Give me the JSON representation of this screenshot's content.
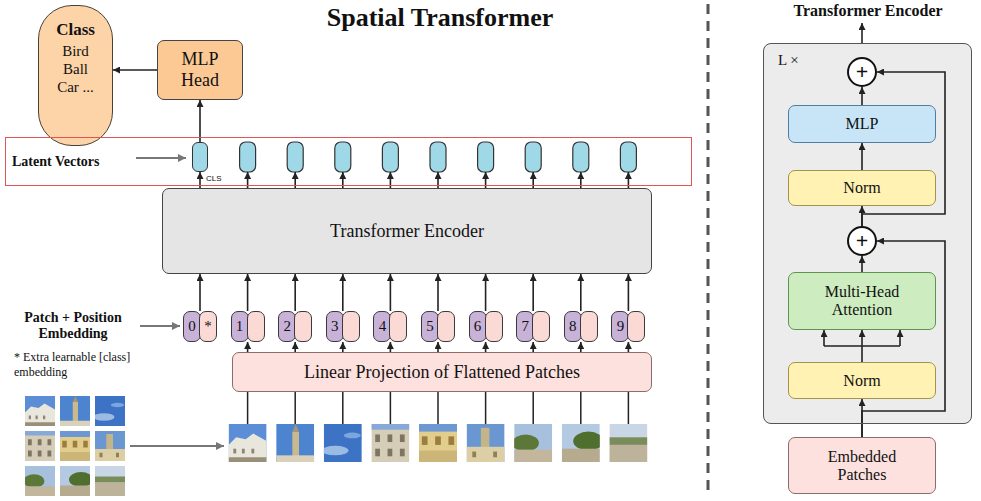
{
  "diagram": {
    "title": "Spatial Transformer",
    "nodes": [
      {
        "text": [
          "Class",
          "Bird Ball Car ..."
        ]
      },
      {
        "text": [
          "MLP Head"
        ]
      },
      {
        "text": [
          "Latent Vectors"
        ]
      },
      {
        "text": [
          "CLS"
        ],
        "in": 2
      },
      {
        "text": [
          "Transformer Encoder"
        ]
      },
      {
        "text": [
          "0",
          "*"
        ]
      },
      {
        "text": [
          "1"
        ]
      },
      {
        "text": [
          "2"
        ]
      },
      {
        "text": [
          "3"
        ]
      },
      {
        "text": [
          "4"
        ]
      },
      {
        "text": [
          "5"
        ]
      },
      {
        "text": [
          "6"
        ]
      },
      {
        "text": [
          "7"
        ]
      },
      {
        "text": [
          "8"
        ]
      },
      {
        "text": [
          "9"
        ]
      },
      {
        "text": [
          "Linear Projection of Flattened Patches"
        ]
      },
      {
        "text": [
          "L ×"
        ]
      },
      {
        "text": [
          "+"
        ],
        "in": 16
      },
      {
        "text": [
          "MLP"
        ],
        "in": 16
      },
      {
        "text": [
          "Norm"
        ],
        "in": 16
      },
      {
        "text": [
          "+"
        ],
        "in": 16
      },
      {
        "text": [
          "Multi-Head Attention"
        ],
        "in": 16
      },
      {
        "text": [
          "Norm"
        ],
        "in": 16
      },
      {
        "text": [
          "Embedded Patches"
        ]
      }
    ],
    "edges": [
      {
        "from": 1,
        "to": 0,
        "arrow": "to"
      },
      {
        "from": 3,
        "to": 1,
        "arrow": "to"
      },
      {
        "from": 4,
        "to": 3,
        "arrow": "to"
      },
      {
        "from": 5,
        "to": 4,
        "arrow": "to"
      },
      {
        "from": 6,
        "to": 4,
        "arrow": "to"
      },
      {
        "from": 7,
        "to": 4,
        "arrow": "to"
      },
      {
        "from": 8,
        "to": 4,
        "arrow": "to"
      },
      {
        "from": 9,
        "to": 4,
        "arrow": "to"
      },
      {
        "from": 10,
        "to": 4,
        "arrow": "to"
      },
      {
        "from": 11,
        "to": 4,
        "arrow": "to"
      },
      {
        "from": 12,
        "to": 4,
        "arrow": "to"
      },
      {
        "from": 13,
        "to": 4,
        "arrow": "to"
      },
      {
        "from": 14,
        "to": 4,
        "arrow": "to"
      },
      {
        "from": 15,
        "to": 6,
        "arrow": "to"
      },
      {
        "from": 15,
        "to": 7,
        "arrow": "to"
      },
      {
        "from": 15,
        "to": 8,
        "arrow": "to"
      },
      {
        "from": 15,
        "to": 9,
        "arrow": "to"
      },
      {
        "from": 15,
        "to": 10,
        "arrow": "to"
      },
      {
        "from": 15,
        "to": 11,
        "arrow": "to"
      },
      {
        "from": 15,
        "to": 12,
        "arrow": "to"
      },
      {
        "from": 15,
        "to": 13,
        "arrow": "to"
      },
      {
        "from": 15,
        "to": 14,
        "arrow": "to"
      },
      {
        "from": 23,
        "to": 22,
        "arrow": "to"
      },
      {
        "from": 22,
        "to": 21,
        "arrow": "to"
      },
      {
        "from": 21,
        "to": 20,
        "arrow": "to"
      },
      {
        "from": 23,
        "to": 20,
        "arrow": "to"
      },
      {
        "from": 20,
        "to": 19,
        "arrow": "to"
      },
      {
        "from": 19,
        "to": 18,
        "arrow": "to"
      },
      {
        "from": 18,
        "to": 17,
        "arrow": "to"
      },
      {
        "from": 20,
        "to": 17,
        "arrow": "to"
      }
    ],
    "labels": [
      "Patch + Position Embedding",
      "* Extra learnable [class] embedding",
      "Transformer Encoder"
    ]
  }
}
